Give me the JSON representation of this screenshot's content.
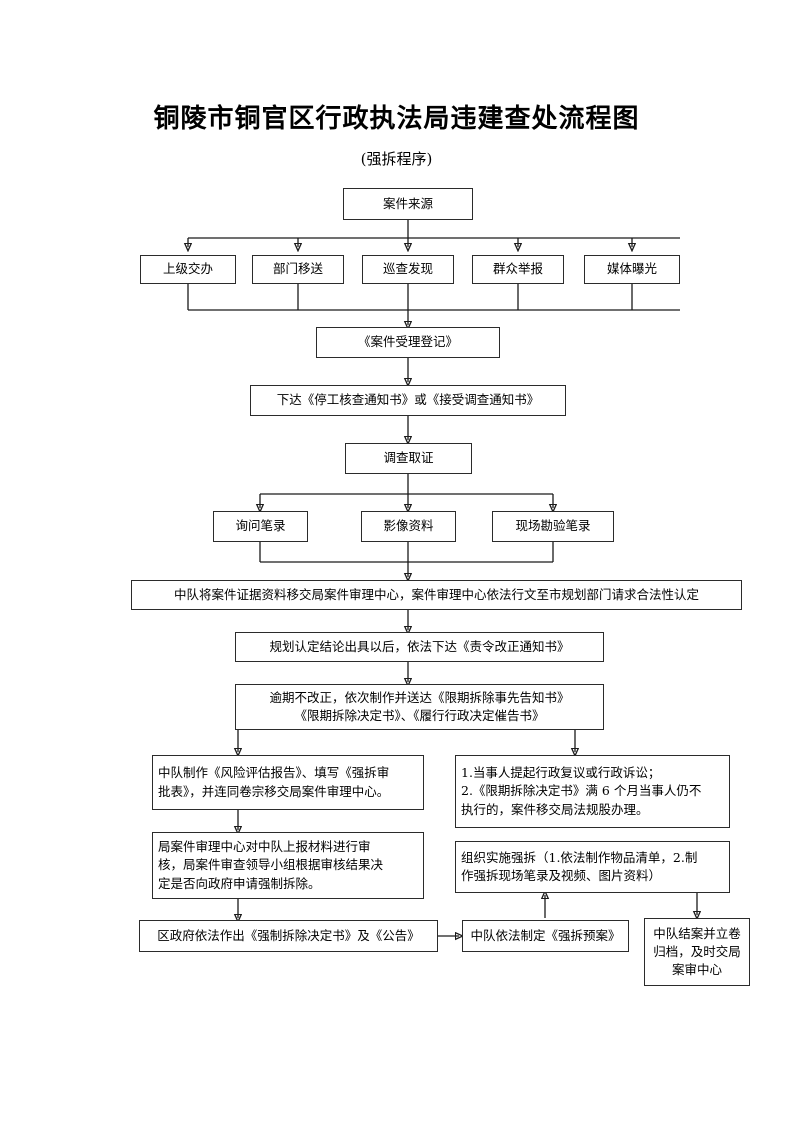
{
  "document": {
    "title": "铜陵市铜官区行政执法局违建查处流程图",
    "subtitle": "(强拆程序)"
  },
  "flowchart": {
    "type": "flowchart",
    "orientation": "top-to-bottom",
    "nodes": [
      {
        "id": "source",
        "label": "案件来源"
      },
      {
        "id": "src1",
        "label": "上级交办"
      },
      {
        "id": "src2",
        "label": "部门移送"
      },
      {
        "id": "src3",
        "label": "巡查发现"
      },
      {
        "id": "src4",
        "label": "群众举报"
      },
      {
        "id": "src5",
        "label": "媒体曝光"
      },
      {
        "id": "register",
        "label": "《案件受理登记》"
      },
      {
        "id": "notice",
        "label": "下达《停工核查通知书》或《接受调查通知书》"
      },
      {
        "id": "investigate",
        "label": "调查取证"
      },
      {
        "id": "ev1",
        "label": "询问笔录"
      },
      {
        "id": "ev2",
        "label": "影像资料"
      },
      {
        "id": "ev3",
        "label": "现场勘验笔录"
      },
      {
        "id": "transfer",
        "label": "中队将案件证据资料移交局案件审理中心，案件审理中心依法行文至市规划部门请求合法性认定"
      },
      {
        "id": "correct",
        "label": "规划认定结论出具以后，依法下达《责令改正通知书》"
      },
      {
        "id": "overdue",
        "label": "逾期不改正，依次制作并送达《限期拆除事先告知书》\n《限期拆除决定书》、《履行行政决定催告书》"
      },
      {
        "id": "risk",
        "label": "中队制作《风险评估报告》、填写《强拆审\n批表》，并连同卷宗移交局案件审理中心。"
      },
      {
        "id": "legal",
        "label": "1.当事人提起行政复议或行政诉讼；\n2.《限期拆除决定书》满 6 个月当事人仍不\n    执行的，案件移交局法规股办理。"
      },
      {
        "id": "review",
        "label": "局案件审理中心对中队上报材料进行审\n核，局案件审查领导小组根据审核结果决\n定是否向政府申请强制拆除。"
      },
      {
        "id": "execute",
        "label": "组织实施强拆（1.依法制作物品清单，2.制\n作强拆现场笔录及视频、图片资料）"
      },
      {
        "id": "govdecision",
        "label": "区政府依法作出《强制拆除决定书》及《公告》"
      },
      {
        "id": "plan",
        "label": "中队依法制定《强拆预案》"
      },
      {
        "id": "archive",
        "label": "中队结案并立卷\n归档，及时交局\n案审中心"
      }
    ],
    "edges": [
      {
        "from": "source",
        "to": "src1"
      },
      {
        "from": "source",
        "to": "src2"
      },
      {
        "from": "source",
        "to": "src3"
      },
      {
        "from": "source",
        "to": "src4"
      },
      {
        "from": "source",
        "to": "src5"
      },
      {
        "from": "sources",
        "to": "register"
      },
      {
        "from": "register",
        "to": "notice"
      },
      {
        "from": "notice",
        "to": "investigate"
      },
      {
        "from": "investigate",
        "to": "ev1"
      },
      {
        "from": "investigate",
        "to": "ev2"
      },
      {
        "from": "investigate",
        "to": "ev3"
      },
      {
        "from": "evidence",
        "to": "transfer"
      },
      {
        "from": "transfer",
        "to": "correct"
      },
      {
        "from": "correct",
        "to": "overdue"
      },
      {
        "from": "overdue",
        "to": "risk"
      },
      {
        "from": "overdue",
        "to": "legal"
      },
      {
        "from": "risk",
        "to": "review"
      },
      {
        "from": "review",
        "to": "govdecision"
      },
      {
        "from": "govdecision",
        "to": "plan"
      },
      {
        "from": "plan",
        "to": "execute"
      },
      {
        "from": "execute",
        "to": "archive"
      }
    ]
  },
  "colors": {
    "border": "#2b2b2b",
    "text": "#000000",
    "background": "#ffffff"
  }
}
